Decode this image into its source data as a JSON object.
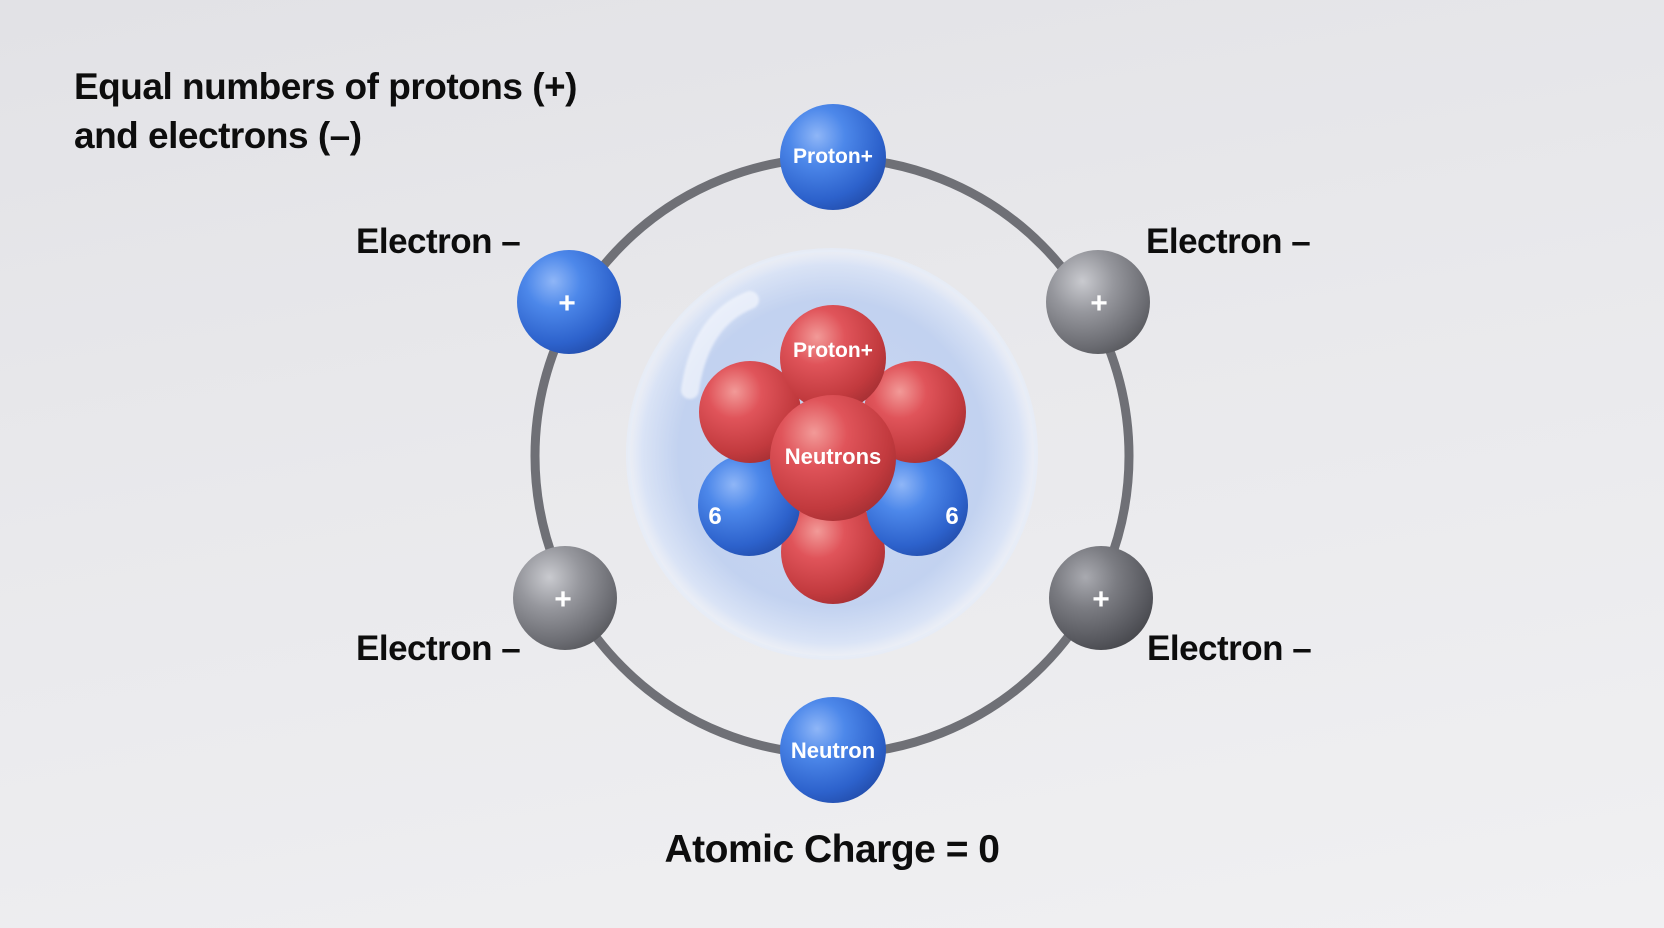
{
  "heading": {
    "line1": "Equal numbers of protons (+)",
    "line2": "and electrons (–)"
  },
  "orbit": {
    "top_particle": {
      "label": "Proton+",
      "color": "#3f7be0"
    },
    "bottom_particle": {
      "label": "Neutron",
      "color": "#3f7be0"
    },
    "electrons": [
      {
        "position": "upper-left",
        "label": "Electron –",
        "glyph": "+",
        "color": "#3f7be0"
      },
      {
        "position": "upper-right",
        "label": "Electron –",
        "glyph": "+",
        "color": "#8e8f95"
      },
      {
        "position": "lower-left",
        "label": "Electron –",
        "glyph": "+",
        "color": "#8e8f95"
      },
      {
        "position": "lower-right",
        "label": "Electron –",
        "glyph": "+",
        "color": "#6d6e74"
      }
    ],
    "ring_color": "#6f7076"
  },
  "nucleus": {
    "shell_color": "#b9cdf2",
    "top_label": "Proton+",
    "center_label": "Neutrons",
    "left_count": "6",
    "right_count": "6",
    "proton_color": "#d9484a",
    "neutron_color": "#3f7be0"
  },
  "footer": {
    "charge_label": "Atomic Charge = 0"
  },
  "colors": {
    "background": "#e9e9ec",
    "text": "#0d0d0d"
  }
}
